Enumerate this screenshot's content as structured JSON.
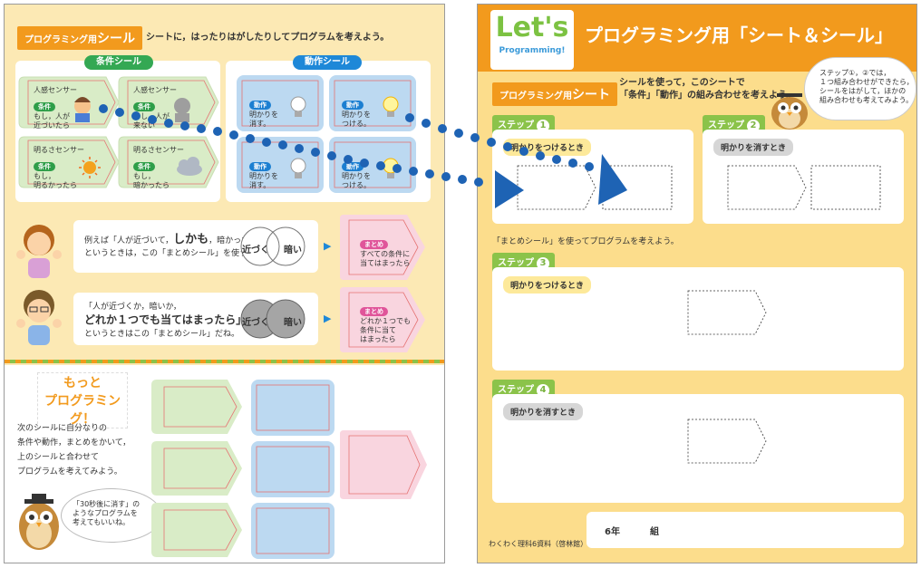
{
  "left": {
    "header_pill_small": "プログラミング用",
    "header_pill_big": "シール",
    "header_text": "シートに，はったりはがしたりしてプログラムを考えよう。",
    "cond_title": "条件シール",
    "action_title": "動作シール",
    "cond_stickers": [
      {
        "top": "人感センサー",
        "tag": "条件",
        "body": "もし，人が\n近づいたら"
      },
      {
        "top": "人感センサー",
        "tag": "条件",
        "body": "もし，人が\n来ない"
      },
      {
        "top": "明るさセンサー",
        "tag": "条件",
        "body": "もし，\n明るかったら"
      },
      {
        "top": "明るさセンサー",
        "tag": "条件",
        "body": "もし，\n暗かったら"
      }
    ],
    "action_stickers": [
      {
        "tag": "動作",
        "body": "明かりを\n消す。"
      },
      {
        "tag": "動作",
        "body": "明かりを\nつける。"
      },
      {
        "tag": "動作",
        "body": "明かりを\n消す。"
      },
      {
        "tag": "動作",
        "body": "明かりを\nつける。"
      }
    ],
    "example1": {
      "text1": "例えば「人が近づいて，",
      "text_bold": "しかも",
      "text2": "，暗かったら」",
      "text3": "というときは，この「まとめシール」を使うよ。",
      "venn_a": "近づく",
      "venn_b": "暗い",
      "tag": "まとめ",
      "result": "すべての条件に\n当てはまったら"
    },
    "example2": {
      "text1": "「人が近づくか，暗いか，",
      "text_bold": "どれか１つでも当てはまったら」",
      "text3": "というときはこの「まとめシール」だね。",
      "venn_a": "近づく",
      "venn_b": "暗い",
      "tag": "まとめ",
      "result": "どれか１つでも\n条件に当て\nはまったら"
    },
    "more_title1": "もっと",
    "more_title2": "プログラミング！",
    "more_text": "次のシールに自分なりの\n条件や動作，まとめをかいて，\n上のシールと合わせて\nプログラムを考えてみよう。",
    "owl_bubble": "「30秒後に消す」の\nようなプログラムを\n考えてもいいね。"
  },
  "right": {
    "logo_main": "Let's",
    "logo_sub": "Programming!",
    "title": "プログラミング用「シート＆シール」",
    "sheet_pill_small": "プログラミング用",
    "sheet_pill_big": "シート",
    "intro_line1": "シールを使って，このシートで",
    "intro_line2": "「条件」「動作」の組み合わせを考えよう。",
    "owl_bubble": "ステップ①，②では，\n１つ組み合わせができたら，\nシールをはがして，ほかの\n組み合わせも考えてみよう。",
    "step_label": "ステップ",
    "steps": [
      {
        "num": "1",
        "task": "明かりをつけるとき"
      },
      {
        "num": "2",
        "task": "明かりを消すとき"
      },
      {
        "num": "3",
        "task": "明かりをつけるとき"
      },
      {
        "num": "4",
        "task": "明かりを消すとき"
      }
    ],
    "summary_instruction": "「まとめシール」を使ってプログラムを考えよう。",
    "grade": "6年",
    "class": "組",
    "footer": "わくわく理科6資料（啓林館）"
  },
  "colors": {
    "orange": "#f29a1d",
    "green": "#34a853",
    "blue": "#1e88d8",
    "page_left": "#fce9b4",
    "page_right": "#fcdd8c"
  }
}
